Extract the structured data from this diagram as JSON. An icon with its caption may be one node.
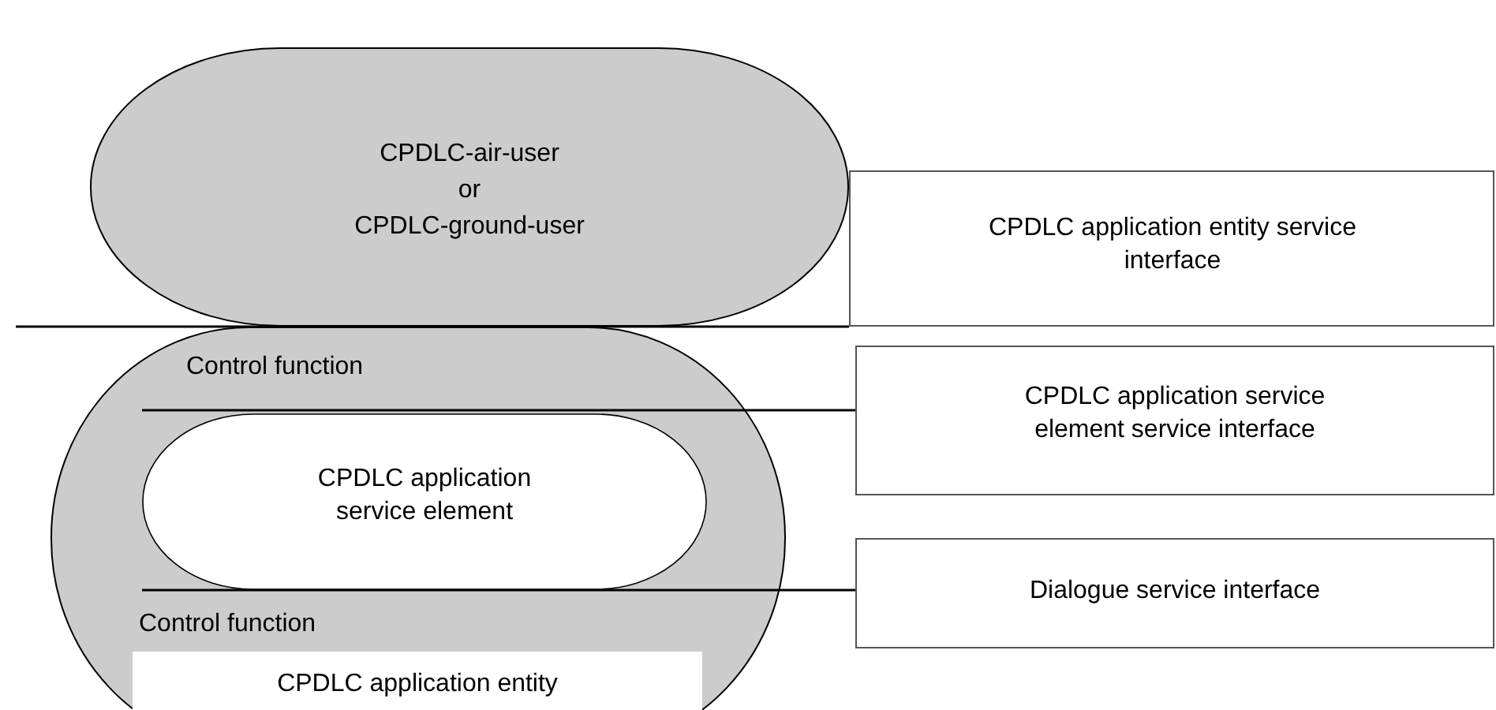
{
  "diagram": {
    "nodes": [
      {
        "text": [
          "CPDLC-air-user",
          "or",
          "CPDLC-ground-user"
        ]
      },
      {
        "text": [
          "Control function",
          "Control function"
        ]
      },
      {
        "text": [
          "CPDLC application service element"
        ],
        "in": 1
      },
      {
        "text": [
          "CPDLC application entity"
        ],
        "in": 1
      },
      {
        "text": [
          "CPDLC application entity service interface"
        ]
      },
      {
        "text": [
          "CPDLC application service element service interface"
        ]
      },
      {
        "text": [
          "Dialogue service interface"
        ]
      }
    ],
    "edges": [
      {
        "from": 4,
        "to": null,
        "arrow": "none"
      },
      {
        "from": 5,
        "to": 2,
        "arrow": "none"
      },
      {
        "from": 6,
        "to": 2,
        "arrow": "none"
      }
    ]
  }
}
